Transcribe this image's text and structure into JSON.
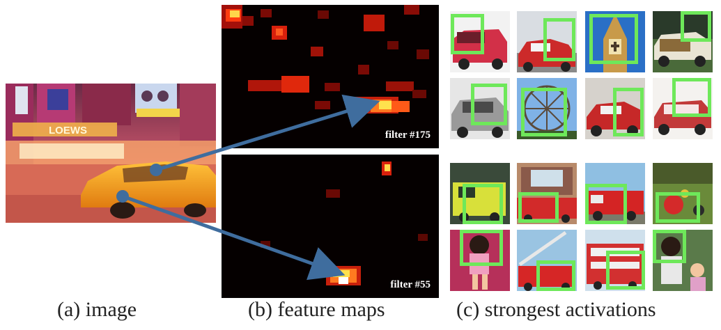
{
  "captions": {
    "a": "(a) image",
    "b": "(b) feature maps",
    "c": "(c) strongest activations"
  },
  "feature_maps": {
    "top_label": "filter #175",
    "bottom_label": "filter #55"
  },
  "scene_signs": {
    "loews": "LOEWS"
  },
  "colors": {
    "box_green": "#6ee85a",
    "arrow_blue": "#3f6d9e",
    "heat_hot": "#ffe14d",
    "heat_mid": "#ff3b10",
    "heat_low": "#7a0a05",
    "map_bg": "#050000"
  }
}
